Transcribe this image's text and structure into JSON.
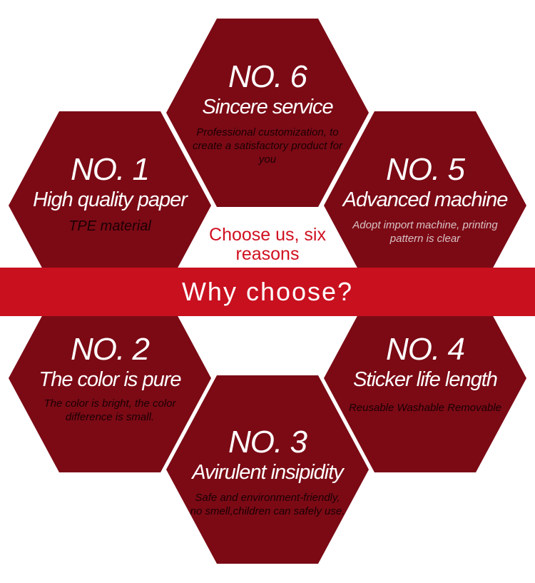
{
  "banner": {
    "label": "Why choose?"
  },
  "subtitle": "Choose us, six reasons",
  "reasons": [
    {
      "number": "NO. 6",
      "title": "Sincere service",
      "description": "Professional customization, to create a satisfactory product for you"
    },
    {
      "number": "NO. 1",
      "title": "High quality paper",
      "description": "TPE material"
    },
    {
      "number": "NO. 5",
      "title": "Advanced machine",
      "description": "Adopt import machine, printing pattern is clear"
    },
    {
      "number": "NO. 2",
      "title": "The color is pure",
      "description": "The color is bright, the color difference is small."
    },
    {
      "number": "NO. 4",
      "title": "Sticker life length",
      "description": "Reusable Washable Removable"
    },
    {
      "number": "NO. 3",
      "title": "Avirulent insipidity",
      "description": "Safe and environment-friendly, no smell,children can safely use."
    }
  ],
  "colors": {
    "hex": "#7b0a15",
    "banner": "#c8101f",
    "subtitle": "#d01020"
  }
}
